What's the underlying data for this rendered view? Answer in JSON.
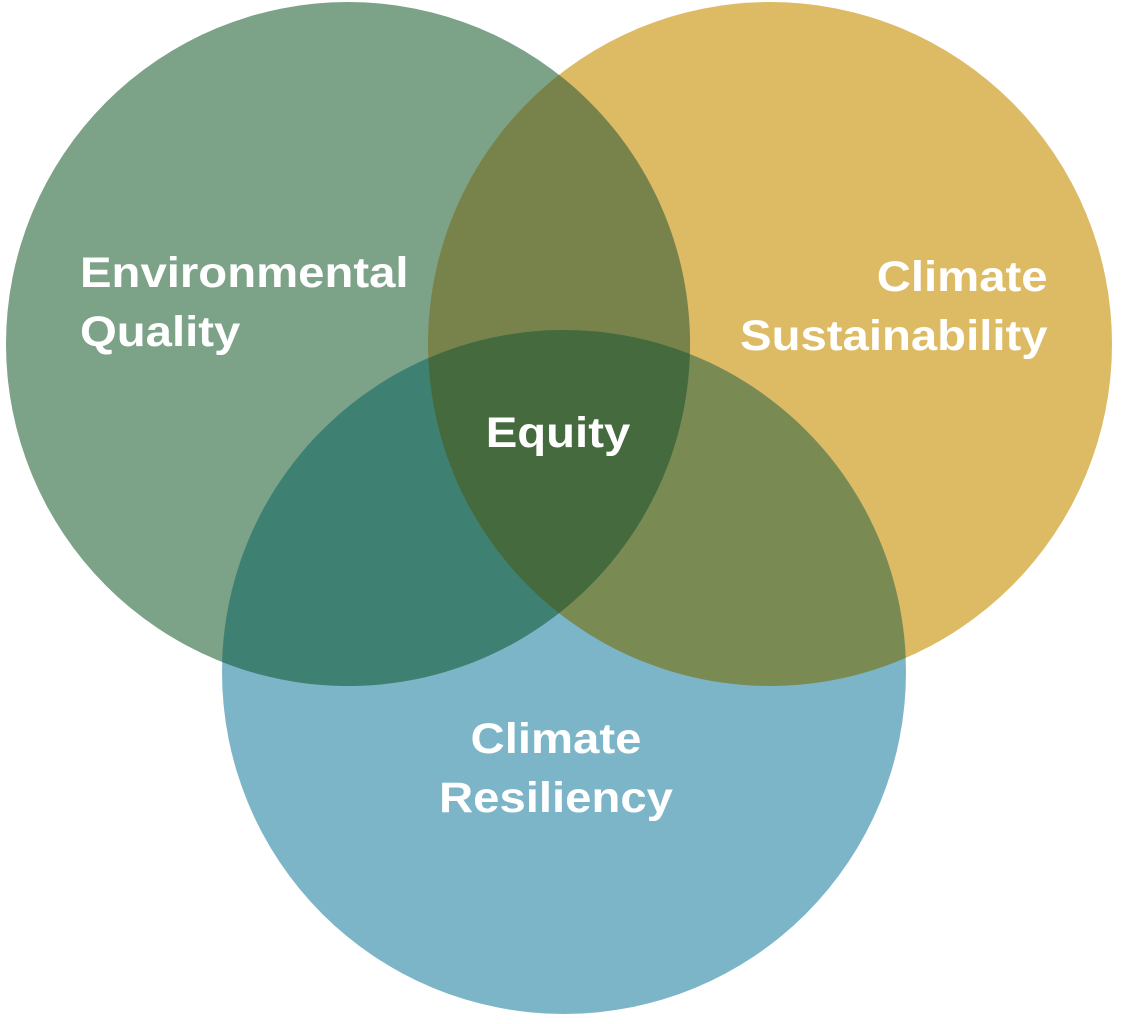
{
  "diagram": {
    "type": "venn",
    "background_color": "#FFFFFF",
    "text_color": "#FFFFFF",
    "sets": [
      {
        "name": "Environmental Quality",
        "lines": [
          "Environmental",
          "Quality"
        ],
        "color": "#7CA287",
        "position": "top-left"
      },
      {
        "name": "Climate Sustainability",
        "lines": [
          "Climate",
          "Sustainability"
        ],
        "color": "#DDBA64",
        "position": "top-right"
      },
      {
        "name": "Climate Resiliency",
        "lines": [
          "Climate",
          "Resiliency"
        ],
        "color": "#7CB5C8",
        "position": "bottom"
      }
    ],
    "overlaps": {
      "quality_sustainability": {
        "name": "Environmental Quality + Climate Sustainability",
        "color": "#78834B"
      },
      "quality_resiliency": {
        "name": "Environmental Quality + Climate Resiliency",
        "color": "#3E8173"
      },
      "sustainability_resiliency": {
        "name": "Climate Sustainability + Climate Resiliency",
        "color": "#7A8A53"
      },
      "center": {
        "name": "All three",
        "label": "Equity",
        "color": "#446A3E"
      }
    }
  }
}
